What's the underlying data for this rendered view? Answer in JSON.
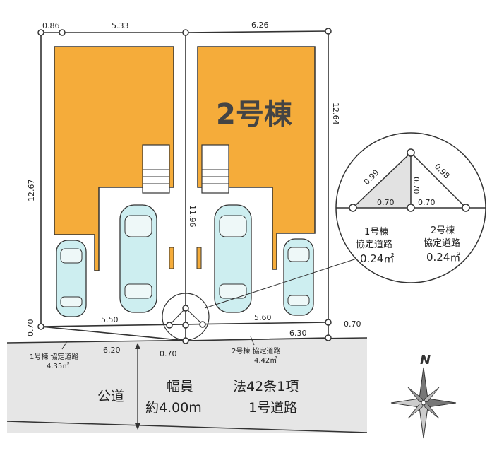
{
  "colors": {
    "building": "#f5ac3a",
    "road": "#e6e6e6",
    "car_body": "#cdeef0",
    "car_window": "#eef8f8",
    "corner_fill": "#e2e2e2",
    "line": "#333333"
  },
  "dimensions": {
    "top_left_short": "0.86",
    "top_left": "5.33",
    "top_right": "6.26",
    "left_side": "12.67",
    "right_side": "12.64",
    "center_line": "11.96",
    "bottom_left": "5.50",
    "bottom_right": "5.60",
    "left_corner": "0.70",
    "right_corner_front": "6.30",
    "right_corner": "0.70",
    "road_left": "6.20",
    "road_center": "0.70"
  },
  "lots": {
    "lot2_label": "2号棟"
  },
  "road": {
    "lot1_road_label": "1号棟 協定道路",
    "lot1_road_area": "4.35㎡",
    "lot2_road_label": "2号棟 協定道路",
    "lot2_road_area": "4.42㎡",
    "public_road": "公道",
    "width_label": "幅員",
    "width_value": "約4.00m",
    "law_label": "法42条1項",
    "road_type": "1号道路"
  },
  "detail": {
    "left_diag": "0.99",
    "right_diag": "0.98",
    "center_vertical": "0.70",
    "left_base": "0.70",
    "right_base": "0.70",
    "lot1_label": "1号棟",
    "lot1_road": "協定道路",
    "lot1_area": "0.24㎡",
    "lot2_label": "2号棟",
    "lot2_road": "協定道路",
    "lot2_area": "0.24㎡"
  },
  "compass": {
    "north_label": "N",
    "icon": "compass-rose-icon"
  }
}
